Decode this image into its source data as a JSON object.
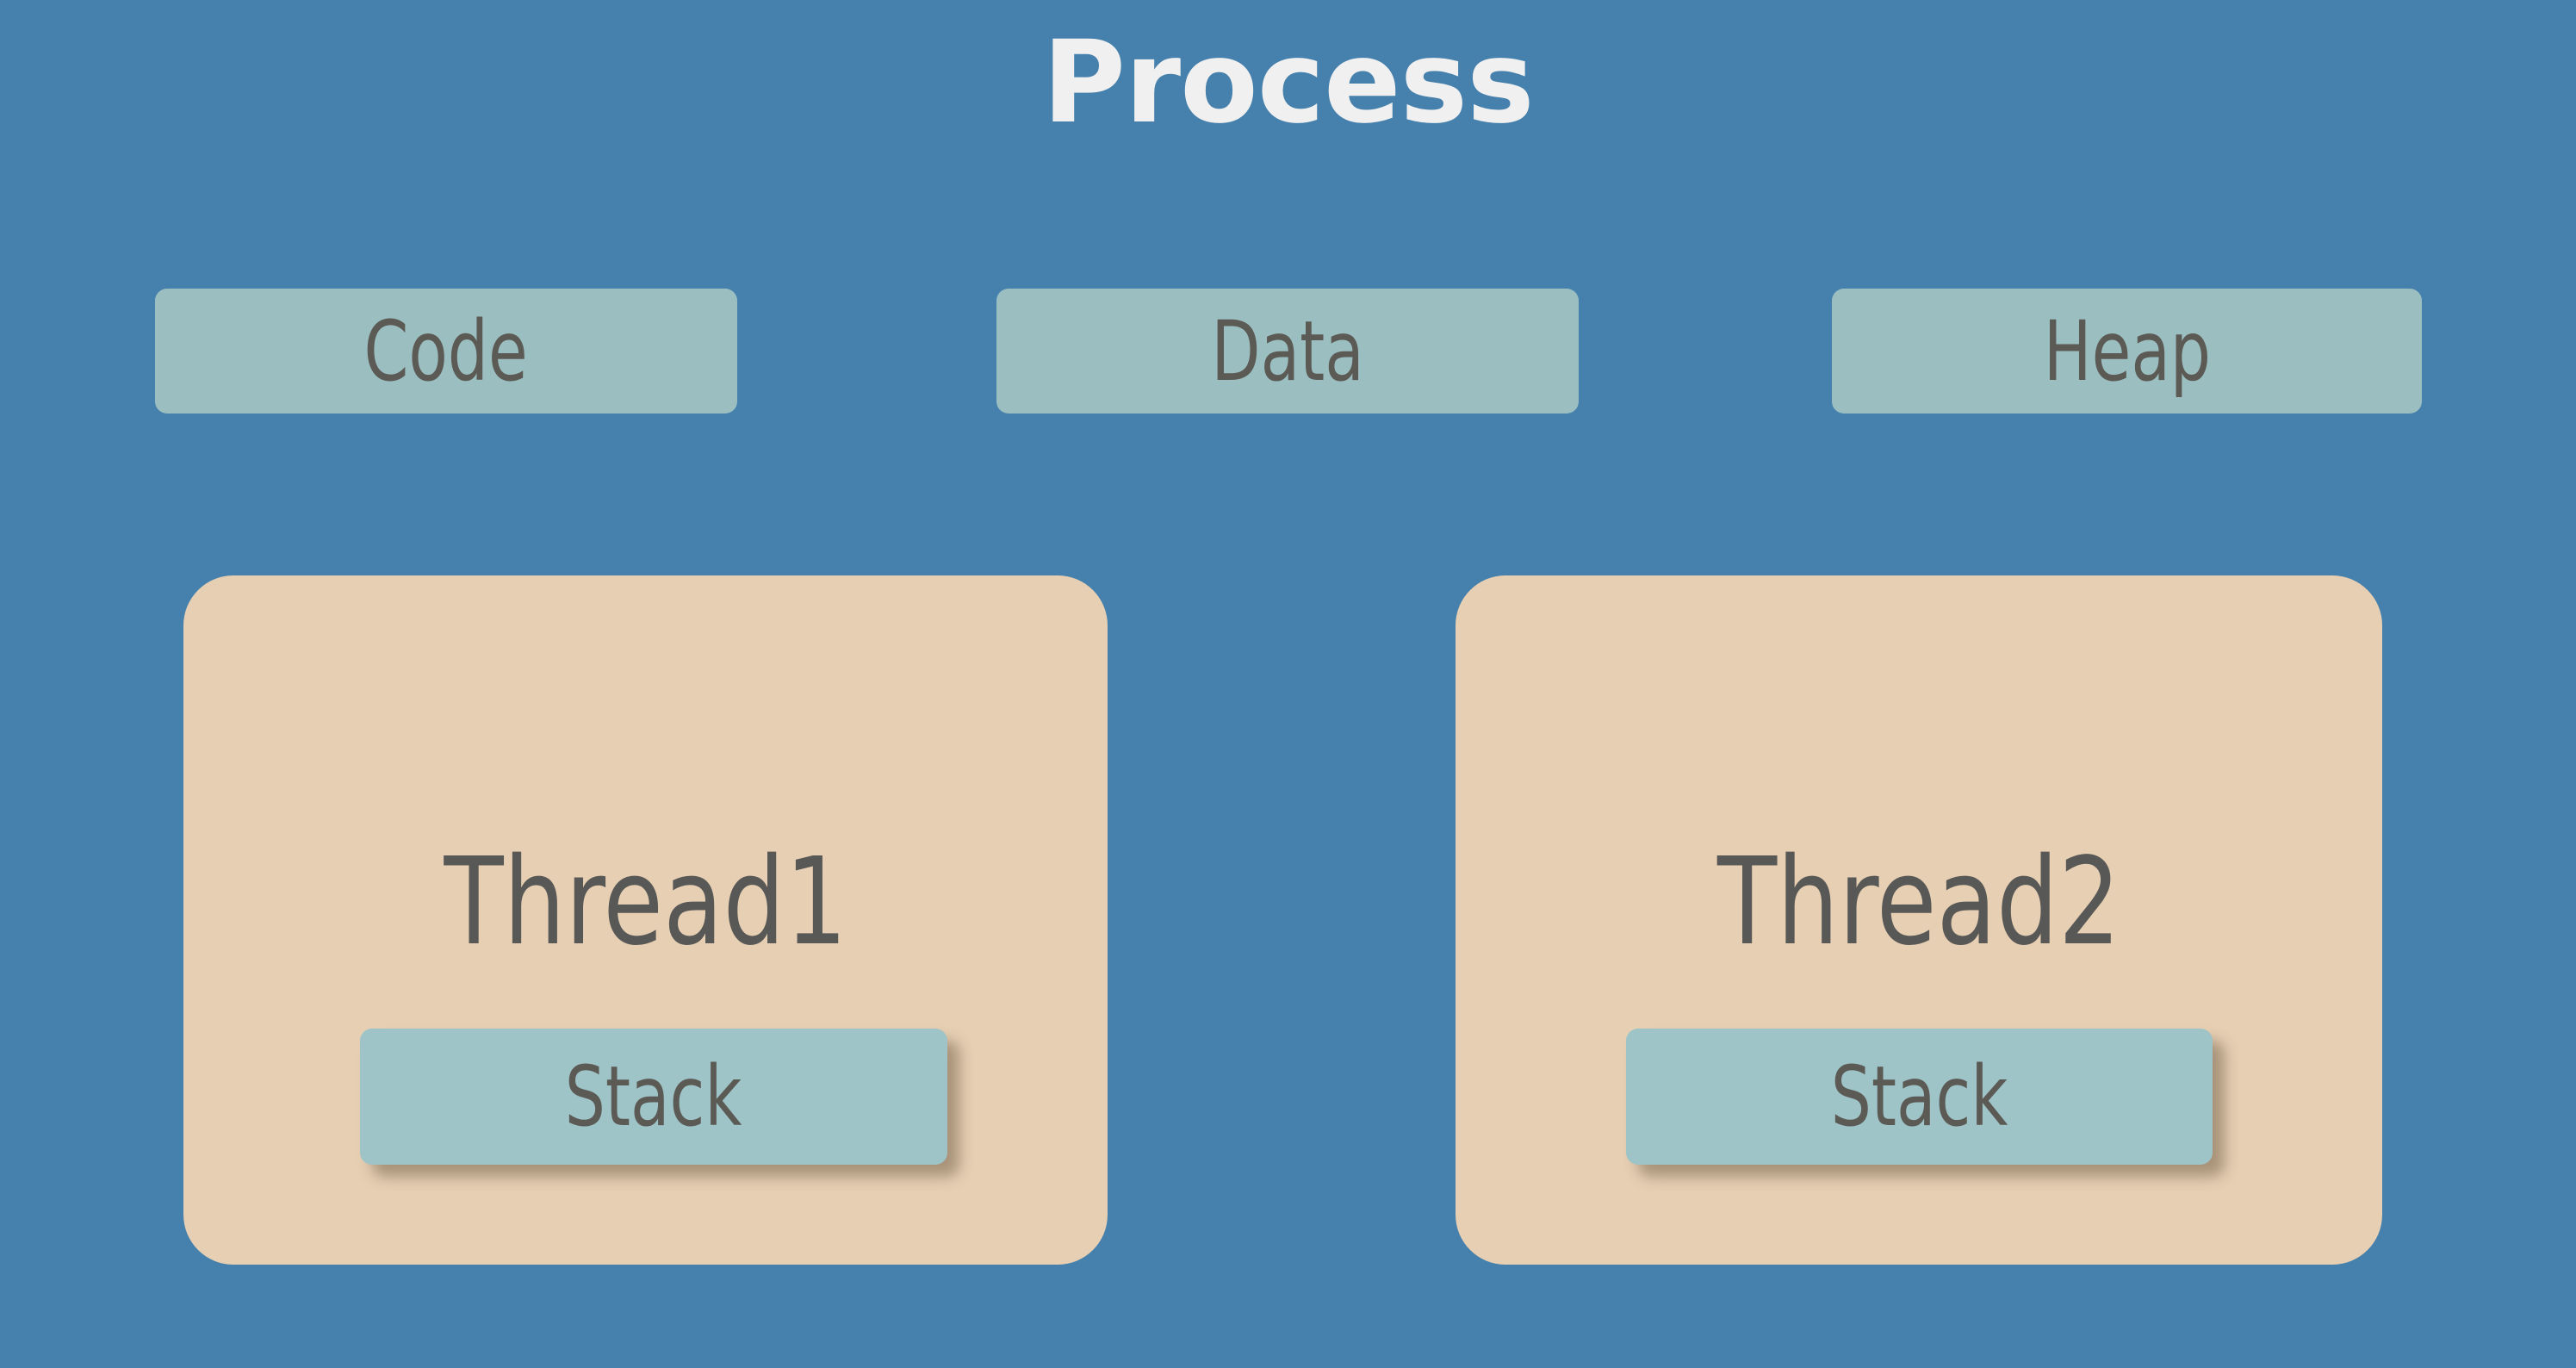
{
  "diagram": {
    "title": "Process",
    "background_color": "#4680ac",
    "title_color": "#f0f0f0",
    "segment_color": "#9bbfc1",
    "thread_color": "#e7cfb3",
    "stack_color": "#9ec4c8",
    "label_color": "#5c5a55"
  },
  "segments": [
    {
      "label": "Code"
    },
    {
      "label": "Data"
    },
    {
      "label": "Heap"
    }
  ],
  "threads": [
    {
      "label": "Thread1",
      "stack": {
        "label": "Stack"
      }
    },
    {
      "label": "Thread2",
      "stack": {
        "label": "Stack"
      }
    }
  ]
}
